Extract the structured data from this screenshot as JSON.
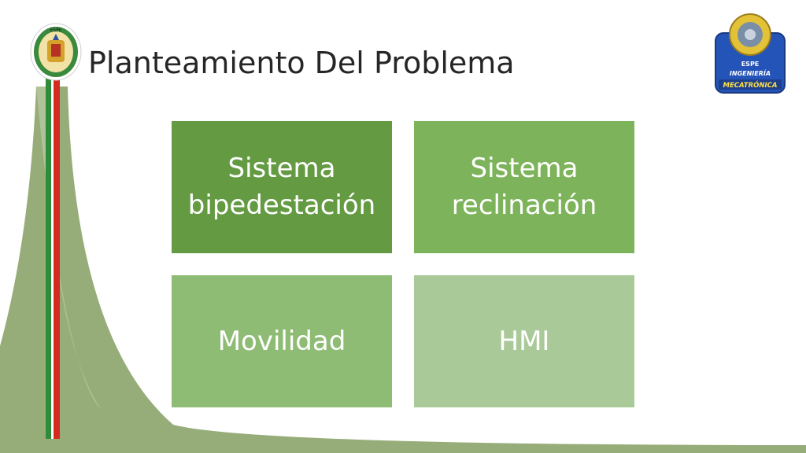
{
  "slide": {
    "title": "Planteamiento Del Problema"
  },
  "tiles": [
    {
      "lines": [
        "Sistema",
        "bipedestación"
      ],
      "color": "#649b42"
    },
    {
      "lines": [
        "Sistema",
        "reclinación"
      ],
      "color": "#7db35a"
    },
    {
      "lines": [
        "Movilidad"
      ],
      "color": "#8fbc75"
    },
    {
      "lines": [
        "HMI"
      ],
      "color": "#a9ca98"
    }
  ],
  "logos": {
    "left": {
      "text": "ESPE"
    },
    "right": {
      "line1": "ESPE",
      "line2": "INGENIERÍA",
      "line3": "MECATRÓNICA"
    }
  },
  "colors": {
    "accent_green": "#2e8b3a",
    "accent_red": "#d42a1f",
    "side_sweep": "#97ad79",
    "logo_blue": "#2454b8"
  }
}
